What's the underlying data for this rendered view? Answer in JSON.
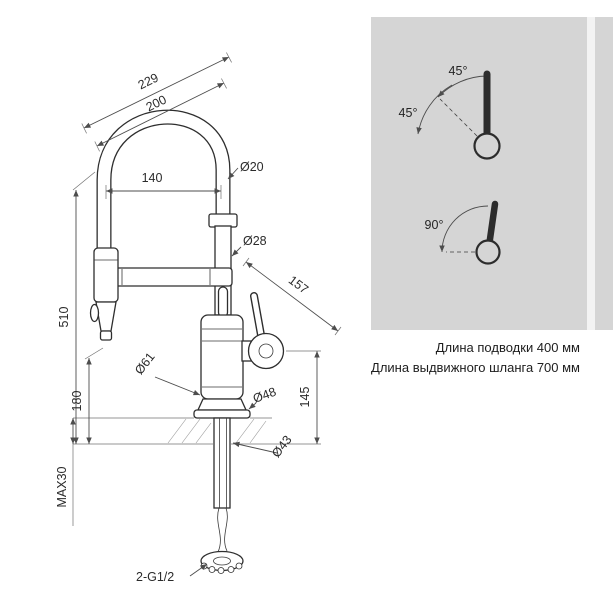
{
  "drawing": {
    "dimensions": {
      "overall_reach": "229",
      "spout_reach": "200",
      "arch_span": "140",
      "hose_diameter": "Ø20",
      "column_diameter": "Ø28",
      "handle_reach": "157",
      "total_height": "510",
      "outlet_height": "180",
      "max_deck_thickness": "MAX30",
      "body_diameter": "Ø61",
      "base_diameter": "Ø48",
      "shank_diameter": "Ø43",
      "handle_height": "145",
      "connection_thread": "2-G1/2"
    }
  },
  "rotation_panel": {
    "angles": {
      "top_outer": "45°",
      "top_inner": "45°",
      "bottom": "90°"
    },
    "icons": {
      "top": "faucet-handle-45-rotation-icon",
      "bottom": "faucet-handle-90-rotation-icon"
    }
  },
  "notes": {
    "supply_line": "Длина подводки 400 мм",
    "pullout_hose": "Длина выдвижного шланга 700 мм"
  },
  "colors": {
    "panel_background": "#d5d5d5",
    "line_color": "#2e2e2e",
    "dimension_color": "#4d4d4d"
  }
}
